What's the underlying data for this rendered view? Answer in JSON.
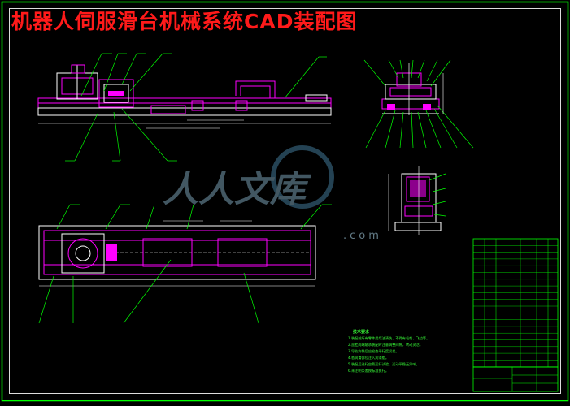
{
  "drawing": {
    "title": "机器人伺服滑台机械系统CAD装配图",
    "notes_heading": "技术要求",
    "notes": [
      "1.装配前所有零件用煤油清洗，不得有毛刺、飞边等。",
      "2.丝杠两端轴承装配时注意调整间隙，转动灵活。",
      "3.导轨安装后应检查平行度误差。",
      "4.各润滑部位注入润滑脂。",
      "5.装配后进行空载运行试验，运动平稳无异响。",
      "6.未注明公差按标准执行。"
    ]
  },
  "watermark": {
    "text": "人人文库",
    "url": ".com"
  },
  "colors": {
    "background": "#000000",
    "border": "#00ff00",
    "title": "#ff1a1a",
    "parts": "#ff00ff",
    "lines": "#ffffff",
    "leaders": "#00ff00",
    "dims": "#ffffff",
    "text": "#39ff39"
  }
}
